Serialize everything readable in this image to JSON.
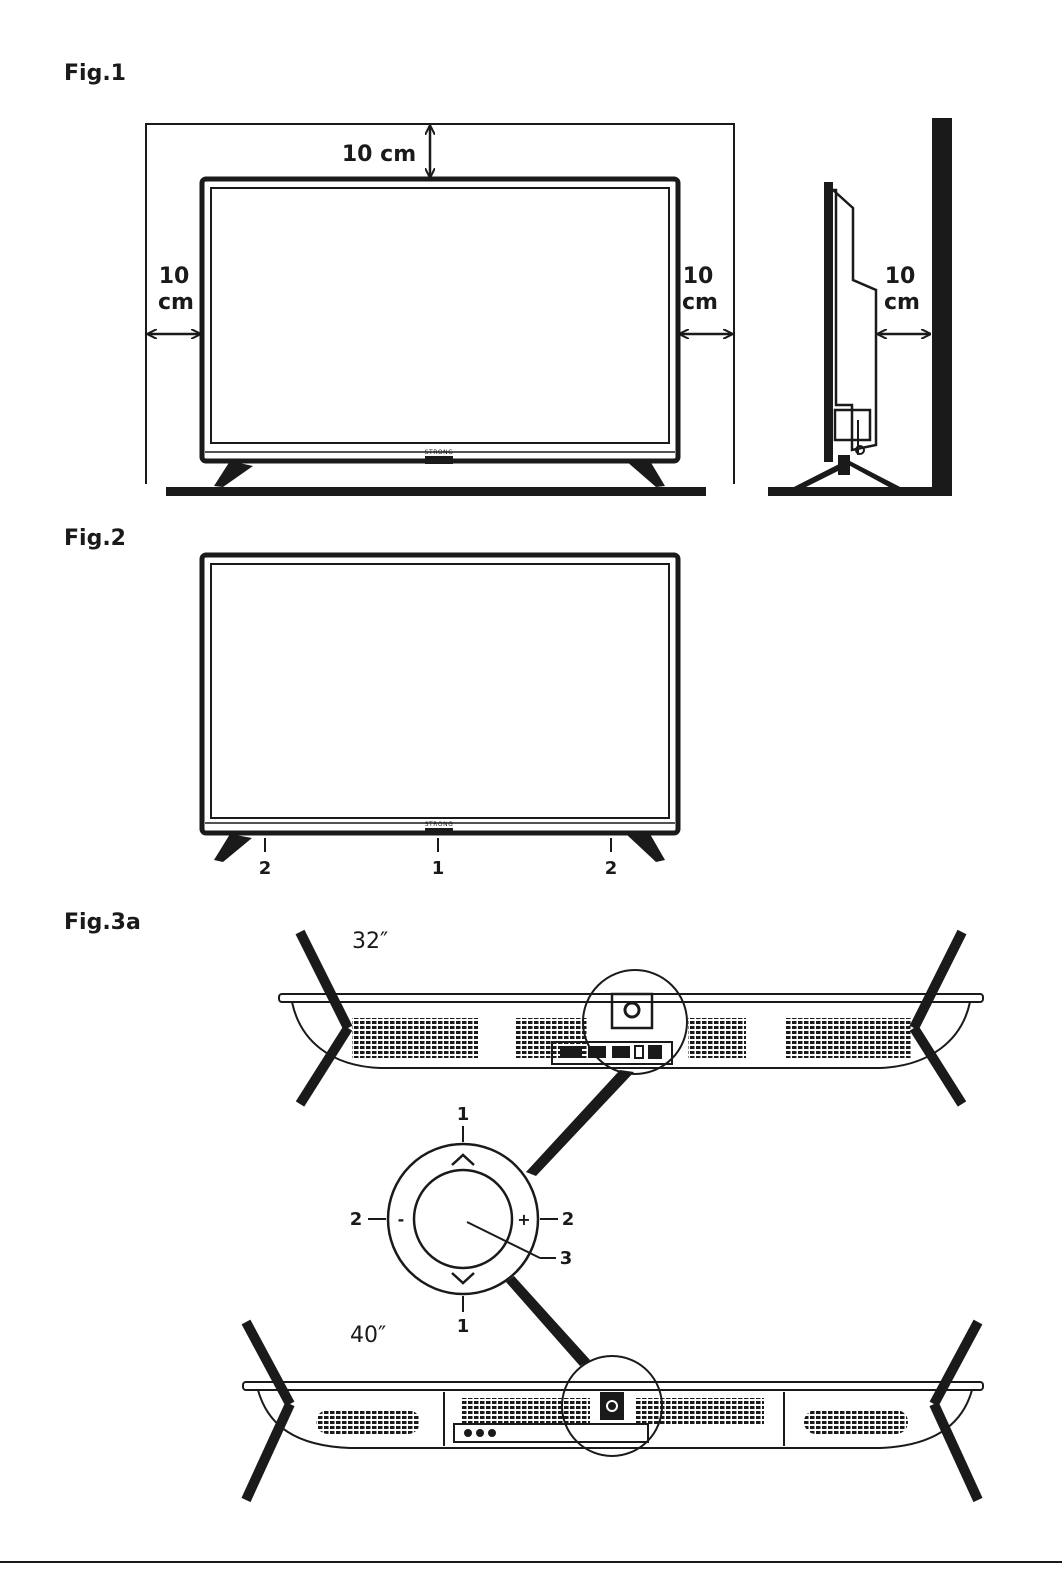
{
  "figures": {
    "fig1": {
      "title": "Fig.1",
      "clearance_top": "10 cm",
      "clearance_left": [
        "10",
        "cm"
      ],
      "clearance_right": [
        "10",
        "cm"
      ],
      "clearance_side": [
        "10",
        "cm"
      ],
      "brand": "STRONG"
    },
    "fig2": {
      "title": "Fig.2",
      "brand": "STRONG",
      "callouts": [
        "2",
        "1",
        "2"
      ]
    },
    "fig3a": {
      "title": "Fig.3a",
      "size_top": "32″",
      "size_bottom": "40″",
      "keypad_callouts": {
        "up": "1",
        "down": "1",
        "left": "2",
        "right": "2",
        "center": "3"
      },
      "keypad_symbols": {
        "minus": "-",
        "plus": "+"
      }
    }
  },
  "colors": {
    "ink": "#1a1a1a",
    "background": "#ffffff"
  }
}
